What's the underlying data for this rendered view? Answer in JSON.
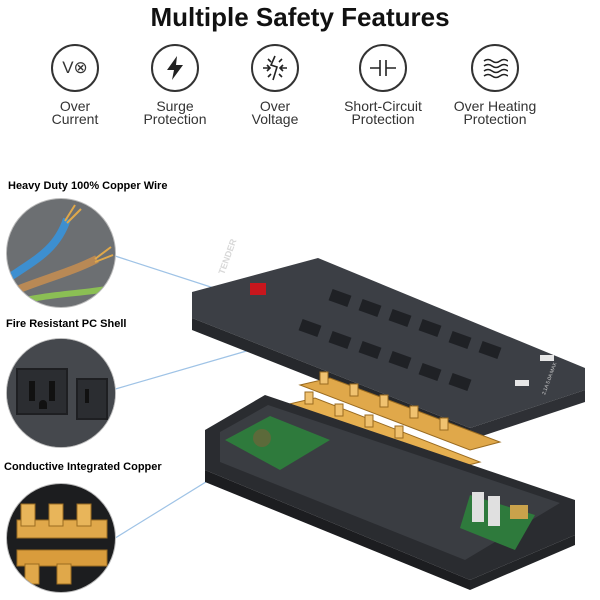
{
  "title": "Multiple Safety Features",
  "features": [
    {
      "icon": "over-current-icon",
      "label": "Over\nCurrent",
      "symbol": "V⊗"
    },
    {
      "icon": "lightning-icon",
      "label": "Surge\nProtection"
    },
    {
      "icon": "over-voltage-icon",
      "label": "Over\nVoltage"
    },
    {
      "icon": "short-circuit-icon",
      "label": "Short-Circuit\nProtection"
    },
    {
      "icon": "heat-waves-icon",
      "label": "Over Heating\nProtection"
    }
  ],
  "callouts": {
    "copper_wire": "Heavy Duty 100% Copper Wire",
    "pc_shell": "Fire Resistant PC Shell",
    "copper": "Conductive Integrated Copper"
  },
  "product": {
    "brand": "TENDER",
    "usb_label": "2.1A 5.0A MAX"
  },
  "colors": {
    "shell": "#3c3f45",
    "copper": "#e0a84a",
    "switch": "#c8161d",
    "callout_line": "#9fc3e6"
  }
}
